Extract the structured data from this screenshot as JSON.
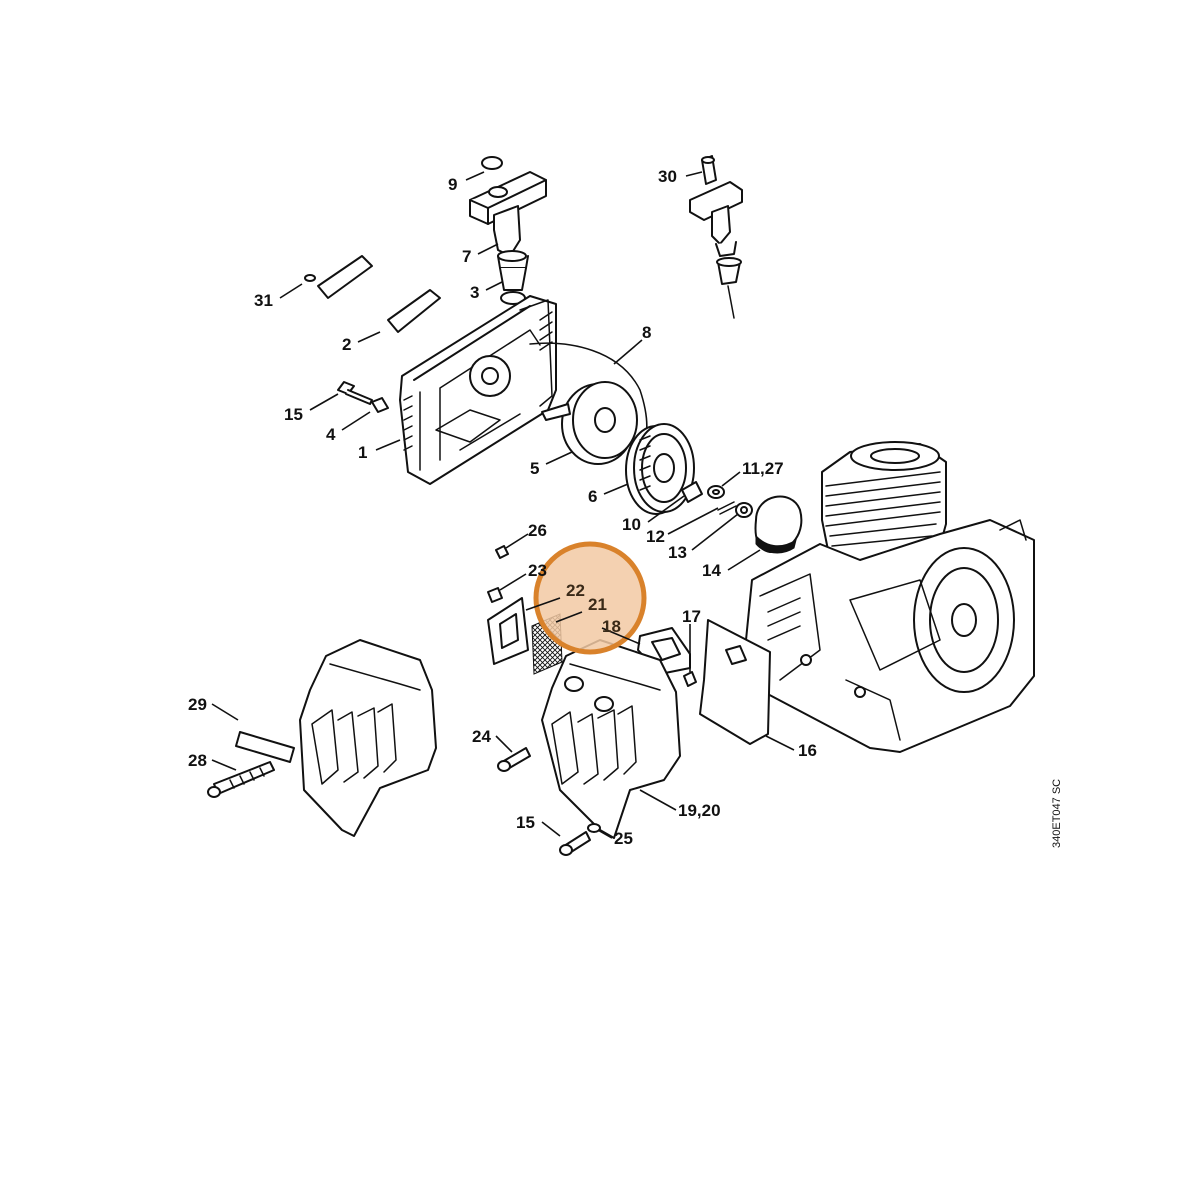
{
  "drawing_code": "340ET047 SC",
  "highlight": {
    "color_fill": "#f2c9a3",
    "color_stroke": "#d9822b",
    "labels": [
      "22",
      "21",
      "18"
    ]
  },
  "callouts": {
    "c9": "9",
    "c30": "30",
    "c7": "7",
    "c31": "31",
    "c3": "3",
    "c2": "2",
    "c8": "8",
    "c15a": "15",
    "c4": "4",
    "c1": "1",
    "c5": "5",
    "c6": "6",
    "c11_27": "11,27",
    "c10": "10",
    "c12": "12",
    "c13": "13",
    "c14": "14",
    "c26": "26",
    "c23": "23",
    "c22": "22",
    "c21": "21",
    "c18": "18",
    "c17": "17",
    "c29": "29",
    "c28": "28",
    "c24": "24",
    "c16": "16",
    "c19_20": "19,20",
    "c15b": "15",
    "c25": "25"
  }
}
